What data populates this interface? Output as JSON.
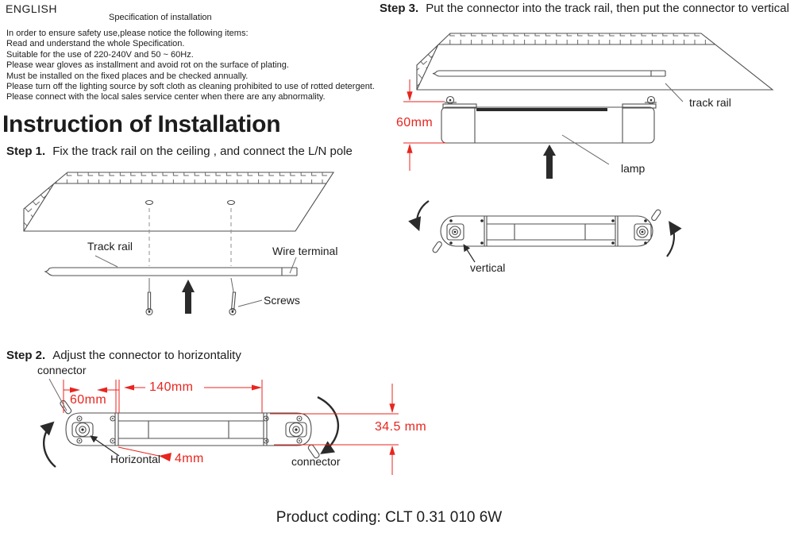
{
  "document": {
    "language": "ENGLISH",
    "spec_title": "Specification of installation",
    "spec_lines": [
      "In order to ensure safety use,please notice the following items:",
      "Read and understand the whole Specification.",
      "Suitable for the use of 220-240V and 50 ~ 60Hz.",
      "Please wear gloves as installment and avoid rot on the surface of plating.",
      "Must be installed on the fixed places and be checked annually.",
      "Please turn off the lighting source by soft cloth as cleaning prohibited to use of rotted detergent.",
      "Please connect with the local sales service center when there are any abnormality."
    ],
    "main_heading": "Instruction of Installation",
    "product_coding": "Product coding: CLT 0.31 010 6W"
  },
  "steps": {
    "step1": {
      "label": "Step 1.",
      "text": "Fix the track rail on the ceiling , and connect the L/N pole"
    },
    "step2": {
      "label": "Step 2.",
      "text": "Adjust the connector to horizontality"
    },
    "step3": {
      "label": "Step 3.",
      "text": "Put the connector into the track rail, then put the connector to vertical"
    }
  },
  "diagram_labels": {
    "step1": {
      "track_rail": "Track rail",
      "wire_terminal": "Wire terminal",
      "screws": "Screws"
    },
    "step2": {
      "connector_top": "connector",
      "dim_60mm": "60mm",
      "dim_140mm": "140mm",
      "dim_4mm": "4mm",
      "dim_34_5mm": "34.5 mm",
      "horizontal": "Horizontal",
      "connector_bottom": "connector"
    },
    "step3": {
      "track_rail": "track rail",
      "lamp": "lamp",
      "dim_60mm": "60mm",
      "vertical": "vertical"
    }
  },
  "colors": {
    "dimension_red": "#e8251f",
    "line_gray": "#4f4f4f",
    "text_black": "#1c1c1c"
  }
}
